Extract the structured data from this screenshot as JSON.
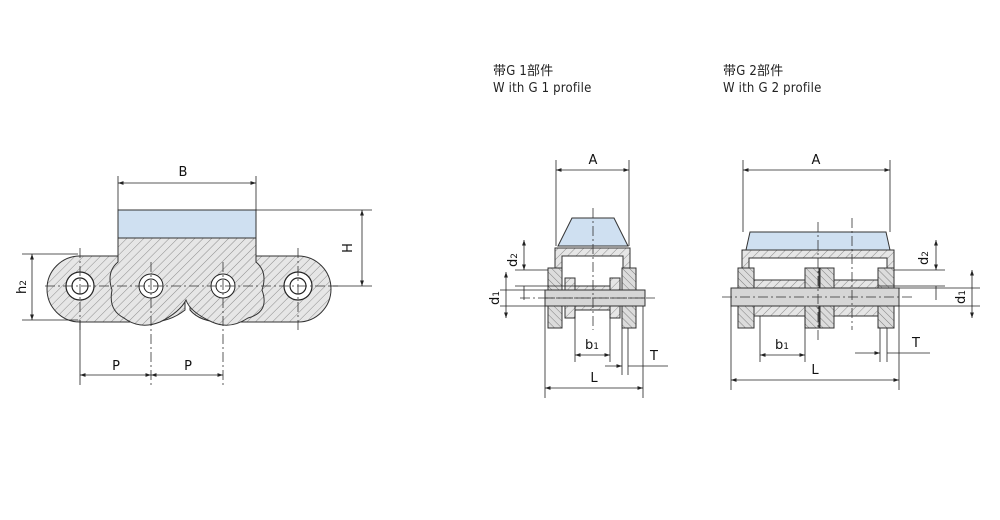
{
  "captions": {
    "g1": {
      "line1": "带G 1部件",
      "line2": "W  ith G 1 profile"
    },
    "g2": {
      "line1": "带G 2部件",
      "line2": "W  ith G 2 profile"
    }
  },
  "dims": {
    "side": {
      "B": "B",
      "H": "H",
      "h2": "h",
      "h2_sub": "2",
      "P1": "P",
      "P2": "P"
    },
    "g1": {
      "A": "A",
      "d2": "d",
      "d2_sub": "2",
      "d1": "d",
      "d1_sub": "1",
      "b1": "b",
      "b1_sub": "1",
      "T": "T",
      "L": "L"
    },
    "g2": {
      "A": "A",
      "d2": "d",
      "d2_sub": "2",
      "d1": "d",
      "d1_sub": "1",
      "b1": "b",
      "b1_sub": "1",
      "T": "T",
      "L": "L"
    }
  },
  "colors": {
    "profile": "#cfe0f1",
    "line": "#222222",
    "hatch": "#9a9a9a"
  }
}
